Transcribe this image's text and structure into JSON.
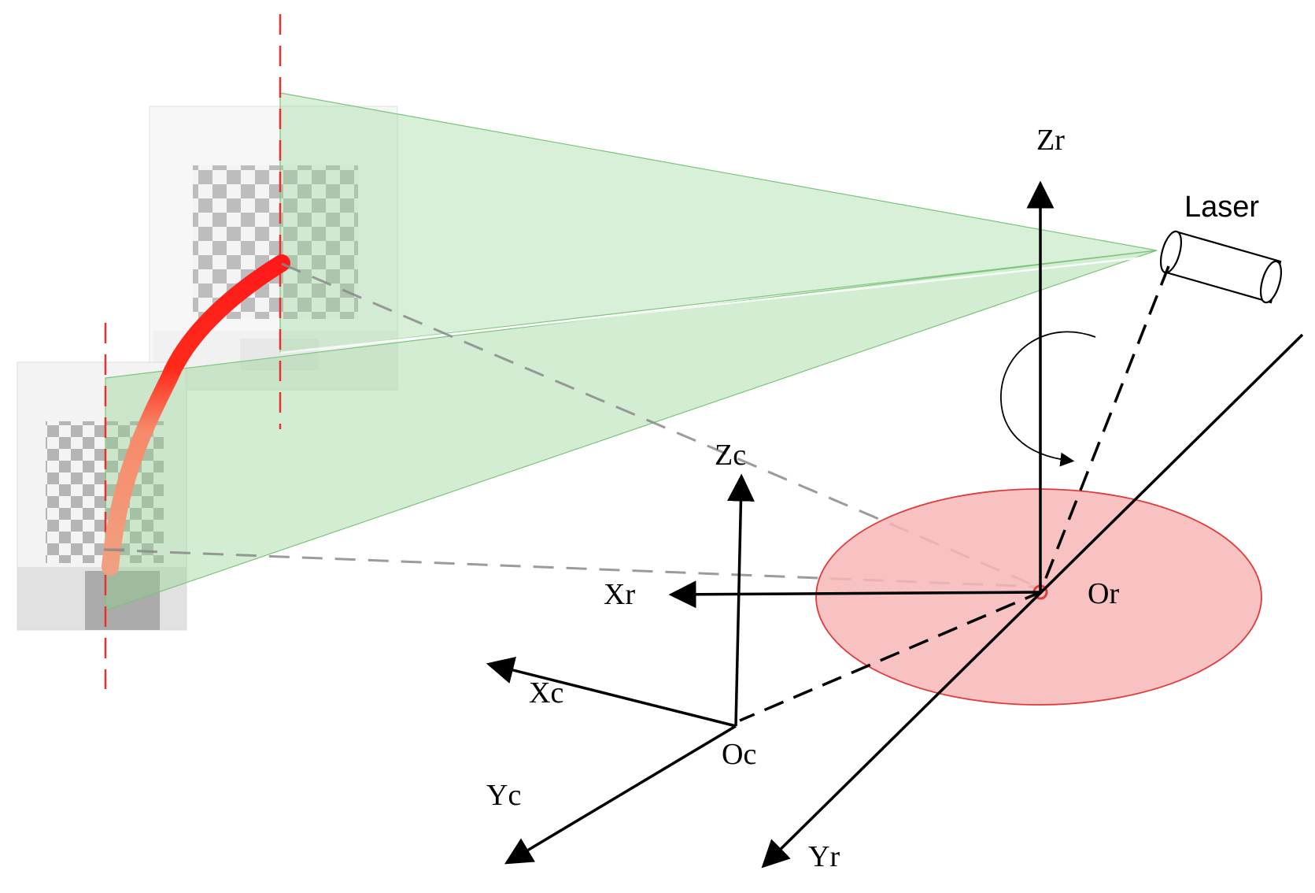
{
  "labels": {
    "laser": "Laser",
    "zr": "Zr",
    "xr": "Xr",
    "yr": "Yr",
    "or": "Or",
    "zc": "Zc",
    "xc": "Xc",
    "yc": "Yc",
    "oc": "Oc"
  },
  "colors": {
    "laser_plane": "#8fd18f",
    "laser_line": "#ff1a1a",
    "guide_line": "#e83030",
    "rotation_disk": "#f7b7b7",
    "axis": "#000000",
    "checker": "#bdbdbd"
  }
}
